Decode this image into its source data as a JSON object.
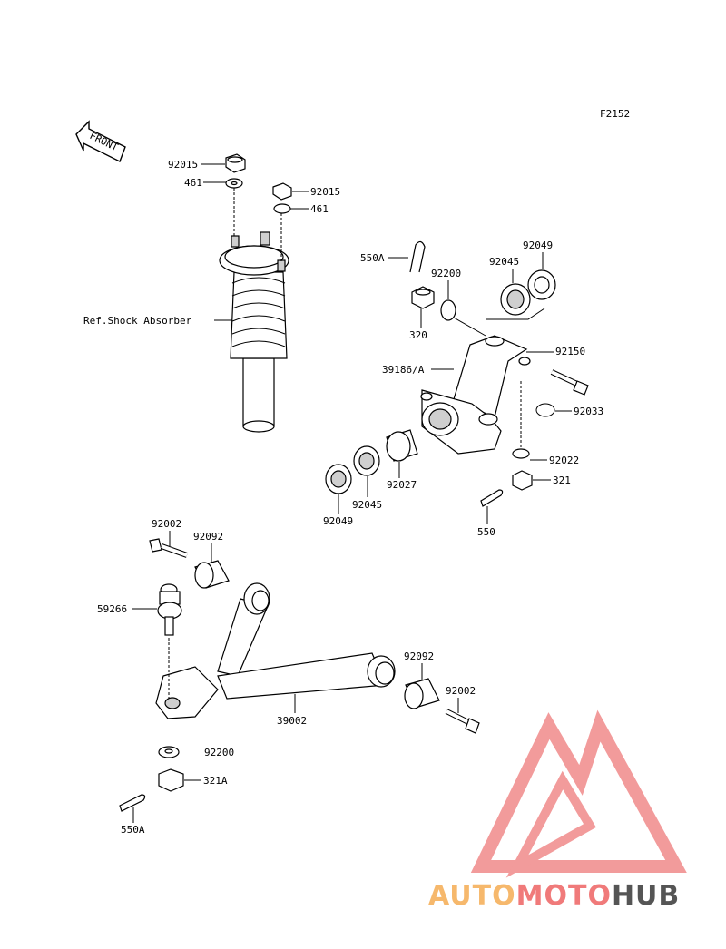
{
  "figure_id": "F2152",
  "front_label": "FRONT",
  "ref_label": "Ref.Shock Absorber",
  "callouts": {
    "c92015a": "92015",
    "c461a": "461",
    "c92015b": "92015",
    "c461b": "461",
    "c550A_top": "550A",
    "c92200_top": "92200",
    "c92045_top": "92045",
    "c92049_top": "92049",
    "c320": "320",
    "c39186": "39186/A",
    "c92150": "92150",
    "c92033": "92033",
    "c92022": "92022",
    "c321": "321",
    "c92049_bot": "92049",
    "c92045_bot": "92045",
    "c92027": "92027",
    "c550": "550",
    "c92002_top": "92002",
    "c92092_top": "92092",
    "c59266": "59266",
    "c92092_right": "92092",
    "c92002_right": "92002",
    "c39002": "39002",
    "c92200_bot": "92200",
    "c321A": "321A",
    "c550A_bot": "550A"
  },
  "watermark": {
    "part1": "AUTO",
    "part2": "MOTO",
    "part3": "HUB",
    "color1": "#f6b86c",
    "color2": "#f07a7a",
    "color3": "#555555",
    "logo_color": "#f08a8a"
  }
}
